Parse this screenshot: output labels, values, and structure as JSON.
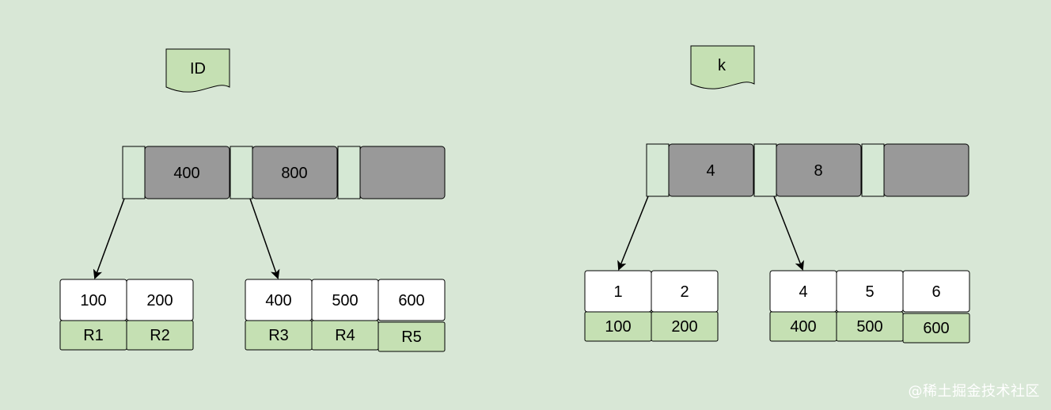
{
  "colors": {
    "background": "#d8e7d6",
    "node_key_fill": "#999999",
    "pointer_fill": "#d5e8d4",
    "leaf_key_fill": "#ffffff",
    "leaf_value_fill": "#c5e0b3",
    "tag_fill": "#c5e0b3",
    "stroke": "#000000"
  },
  "left_tree": {
    "tag": "ID",
    "root_keys": [
      "400",
      "800",
      ""
    ],
    "leaf_a": {
      "keys": [
        "100",
        "200"
      ],
      "values": [
        "R1",
        "R2"
      ]
    },
    "leaf_b": {
      "keys": [
        "400",
        "500",
        "600"
      ],
      "values": [
        "R3",
        "R4",
        "R5"
      ]
    }
  },
  "right_tree": {
    "tag": "k",
    "root_keys": [
      "4",
      "8",
      ""
    ],
    "leaf_a": {
      "keys": [
        "1",
        "2"
      ],
      "values": [
        "100",
        "200"
      ]
    },
    "leaf_b": {
      "keys": [
        "4",
        "5",
        "6"
      ],
      "values": [
        "400",
        "500",
        "600"
      ]
    }
  },
  "watermark": "@稀土掘金技术社区"
}
